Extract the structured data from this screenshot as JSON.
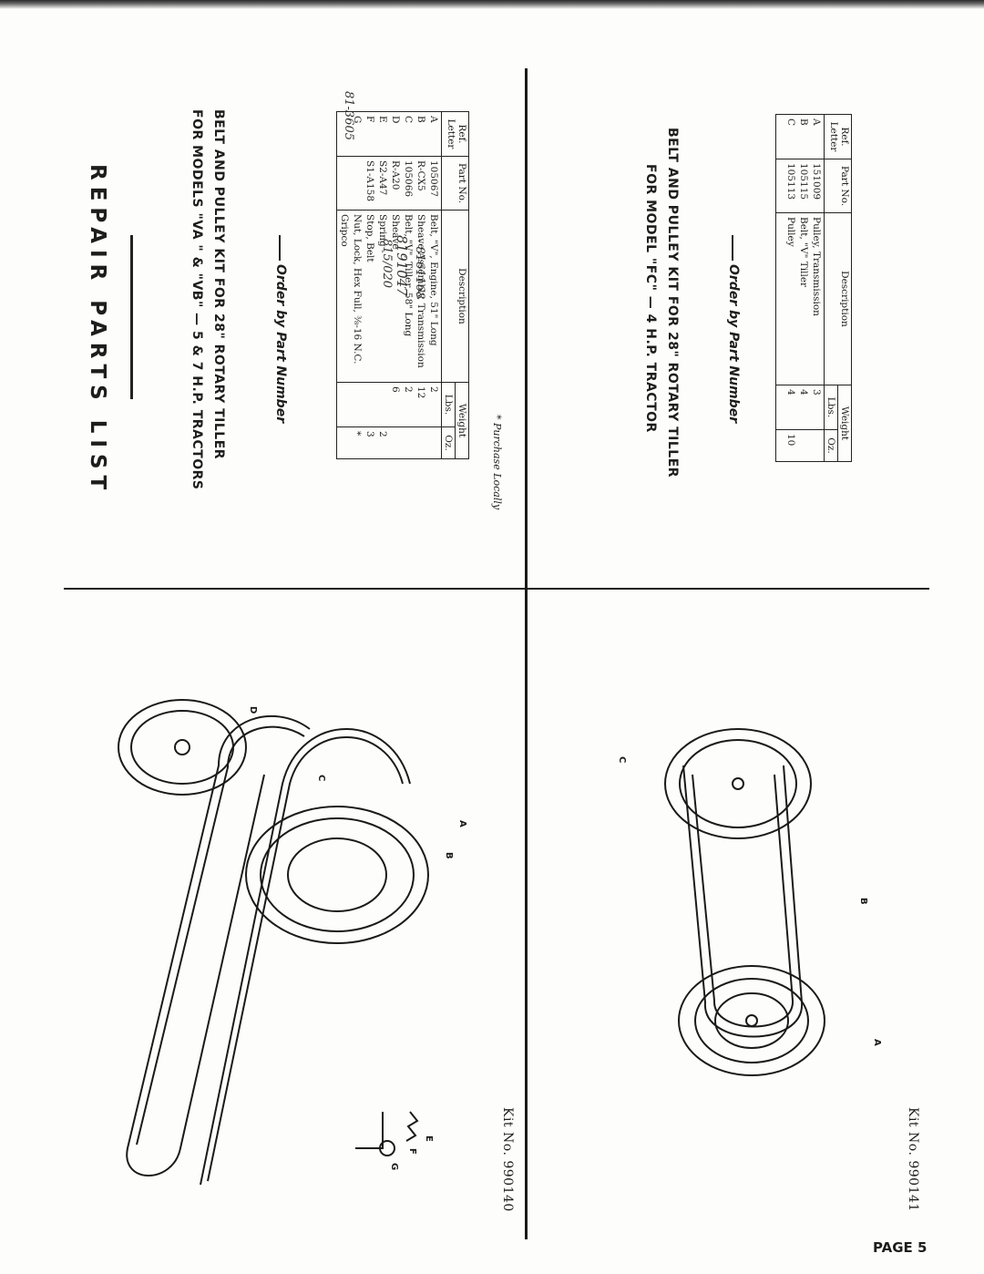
{
  "title": "REPAIR PARTS LIST",
  "page_label": "PAGE 5",
  "kit1": {
    "heading_line1": "BELT AND PULLEY KIT FOR 28\" ROTARY TILLER",
    "heading_line2": "FOR MODELS \"VA \" & \"VB\" — 5 & 7 H.P. TRACTORS",
    "order_note": "Order by Part Number",
    "kit_number": "Kit No. 990140",
    "footnote": "* Purchase Locally",
    "headers": {
      "ref": "Ref. Letter",
      "part": "Part No.",
      "description": "Description",
      "weight": "Weight",
      "lbs": "Lbs.",
      "oz": "Oz."
    },
    "rows": [
      {
        "ref": "A",
        "part": "105067",
        "description": "Belt, \"V\", Engine, 51\" Long",
        "lbs": "2",
        "oz": ""
      },
      {
        "ref": "B",
        "part": "R-CX5",
        "description": "Sheave Assembly, Transmission",
        "lbs": "12",
        "oz": ""
      },
      {
        "ref": "C",
        "part": "105066",
        "description": "Belt, \"V\", Tiller, 58\" Long",
        "lbs": "2",
        "oz": ""
      },
      {
        "ref": "D",
        "part": "R-A20",
        "description": "Sheave",
        "lbs": "6",
        "oz": ""
      },
      {
        "ref": "E",
        "part": "S2-A47",
        "description": "Spring -",
        "lbs": "",
        "oz": "2"
      },
      {
        "ref": "F",
        "part": "S1-A158",
        "description": "Stop, Belt",
        "lbs": "",
        "oz": "3"
      },
      {
        "ref": "G",
        "part": "",
        "description": "Nut, Lock, Hex Full, ⅜-16 N.C. Gripco",
        "lbs": "",
        "oz": "*"
      }
    ],
    "handwritten": [
      "81-3605",
      "815/020",
      "8191047",
      "- 8161168"
    ],
    "diagram_labels": [
      "A",
      "B",
      "C",
      "D",
      "E",
      "F",
      "G"
    ]
  },
  "kit2": {
    "heading_line1": "BELT AND PULLEY KIT FOR 28\" ROTARY TILLER",
    "heading_line2": "FOR MODEL \"FC\" — 4 H.P. TRACTOR",
    "order_note": "Order by Part Number",
    "kit_number": "Kit No. 990141",
    "headers": {
      "ref": "Ref. Letter",
      "part": "Part No.",
      "description": "Description",
      "weight": "Weight",
      "lbs": "Lbs.",
      "oz": "Oz."
    },
    "rows": [
      {
        "ref": "A",
        "part": "151009",
        "description": "Pulley, Transmission",
        "lbs": "3",
        "oz": ""
      },
      {
        "ref": "B",
        "part": "105115",
        "description": "Belt, \"V\" Tiller",
        "lbs": "4",
        "oz": ""
      },
      {
        "ref": "C",
        "part": "105113",
        "description": "Pulley",
        "lbs": "4",
        "oz": "10"
      }
    ],
    "diagram_labels": [
      "A",
      "B",
      "C"
    ]
  }
}
